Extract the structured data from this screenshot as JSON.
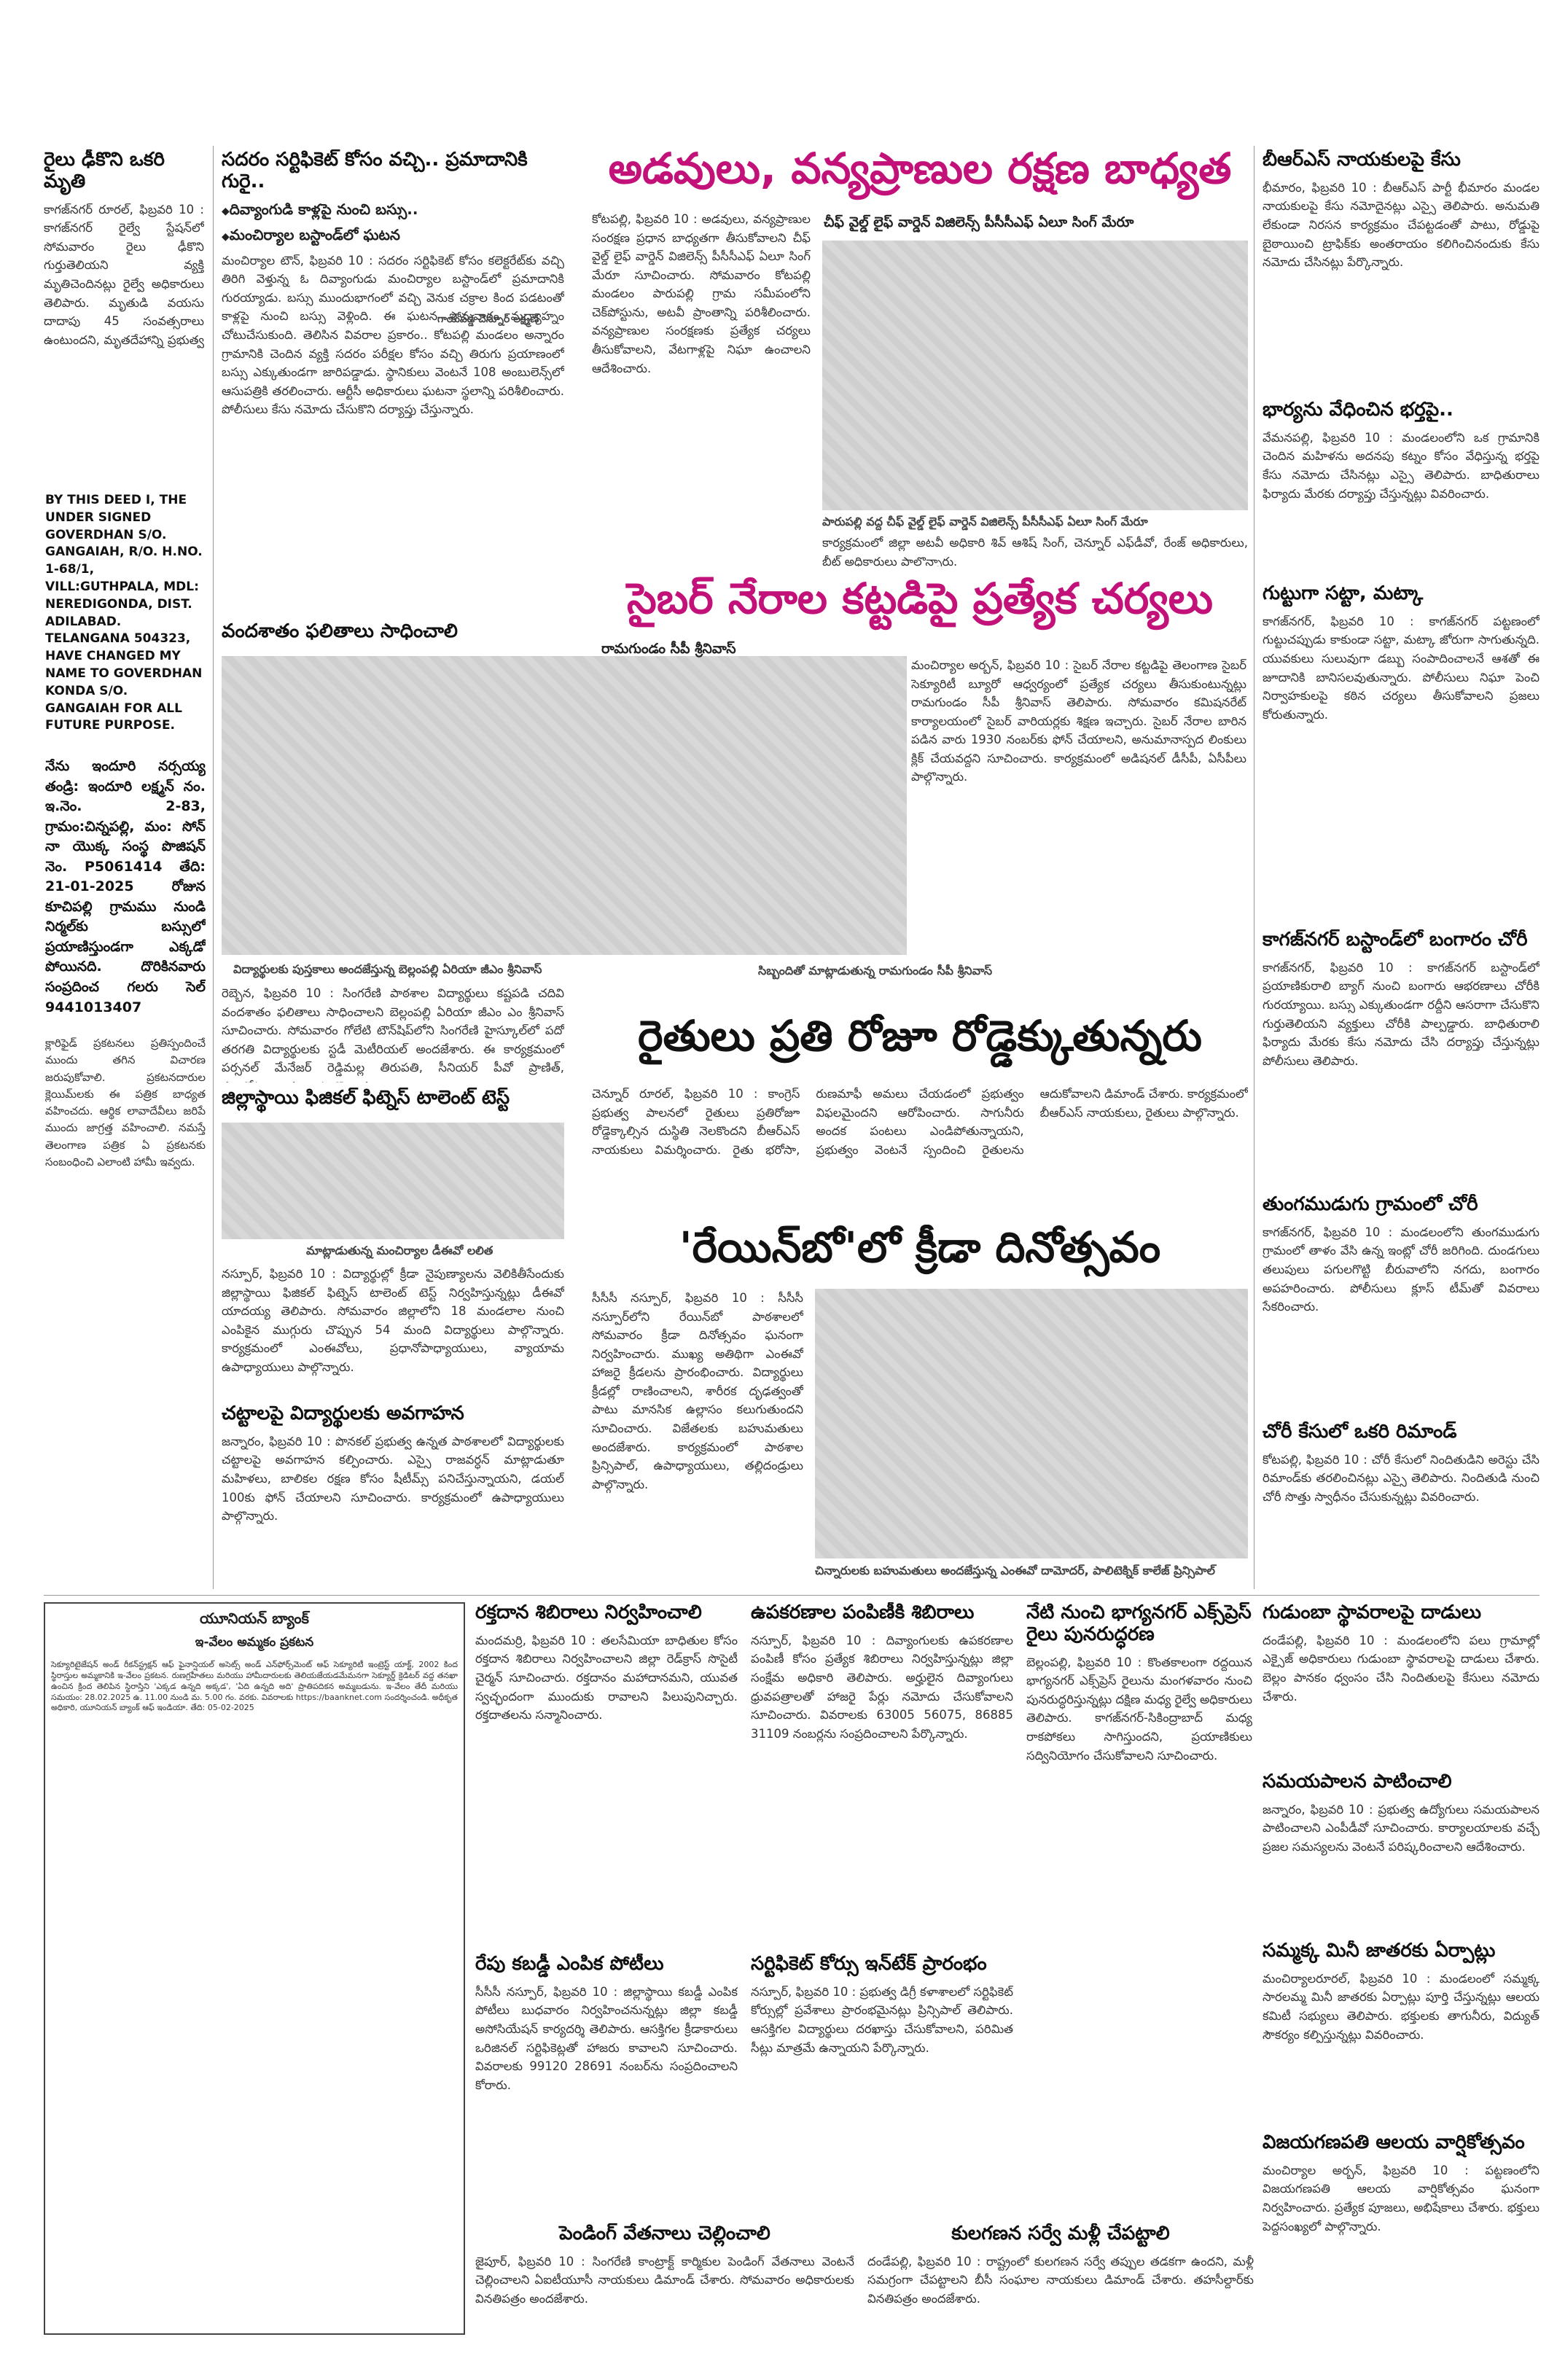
{
  "col1": {
    "brief_head": "రైలు ఢీకొని ఒకరి మృతి",
    "brief_body": "కాగజ్‌నగర్ రూరల్, ఫిబ్రవరి 10 : కాగజ్‌నగర్ రైల్వే స్టేషన్‌లో సోమవారం రైలు ఢీకొని గుర్తుతెలియని వ్యక్తి మృతిచెందినట్లు రైల్వే అధికారులు తెలిపారు. మృతుడి వయసు దాదాపు 45 సంవత్సరాలు ఉంటుందని, మృతదేహాన్ని ప్రభుత్వ దవాఖానకు తరలించినట్లు వివరించారు.",
    "deed_notice": "BY THIS DEED I, THE UNDER SIGNED GOVERDHAN S/O. GANGAIAH, R/O. H.NO. 1-68/1, VILL:GUTHPALA, MDL: NEREDIGONDA, DIST. ADILABAD. TELANGANA 504323, HAVE CHANGED MY NAME TO GOVERDHAN KONDA S/O. GANGAIAH FOR ALL FUTURE PURPOSE.",
    "lost_notice": "నేను ఇందూరి నర్సయ్య తండ్రి: ఇందూరి లక్ష్మన్ నం. ఇ.నెం. 2-83, గ్రామం:చిన్నపల్లి, మం: సోన్ నా యొక్క సంస్థ పొజిషన్ నెం. P5061414 తేది: 21-01-2025 రోజున కూచిపల్లి గ్రామము నుండి నిర్మల్‌కు బస్సులో ప్రయాణిస్తుండగా ఎక్కడో పోయినది. దొరికినవారు సంప్రదించ గలరు సెల్ 9441013407",
    "clarify_body": "క్లారిఫైడ్ ప్రకటనలు ప్రతిస్పందించే ముందు తగిన విచారణ జరుపుకోవాలి. ప్రకటనదారుల క్లెయిమ్‌లకు ఈ పత్రిక బాధ్యత వహించదు. ఆర్థిక లావాదేవీలు జరిపే ముందు జాగ్రత్త వహించాలి. నమస్తే తెలంగాణ పత్రిక ఏ ప్రకటనకు సంబంధించి ఎలాంటి హామీ ఇవ్వదు."
  },
  "col2": {
    "head1": "సదరం సర్టిఫికెట్ కోసం వచ్చి.. ప్రమాదానికి గురై..",
    "bullet1": "దివ్యాంగుడి కాళ్లపై నుంచి బస్సు..",
    "bullet2": "మంచిర్యాల బస్టాండ్‌లో ఘటన",
    "body1": "మంచిర్యాల టౌన్, ఫిబ్రవరి 10 : సదరం సర్టిఫికెట్ కోసం కలెక్టరేట్‌కు వచ్చి తిరిగి వెళ్తున్న ఓ దివ్యాంగుడు మంచిర్యాల బస్టాండ్‌లో ప్రమాదానికి గురయ్యాడు. బస్సు ముందుభాగంలో వచ్చి వెనుక చక్రాల కింద పడటంతో కాళ్లపై నుంచి బస్సు వెళ్లింది. ఈ ఘటన సోమవారం మధ్యాహ్నం చోటుచేసుకుంది. తెలిసిన వివరాల ప్రకారం.. కోటపల్లి మండలం అన్నారం గ్రామానికి చెందిన వ్యక్తి సదరం పరీక్షల కోసం వచ్చి తిరుగు ప్రయాణంలో బస్సు ఎక్కుతుండగా జారిపడ్డాడు. స్థానికులు వెంటనే 108 అంబులెన్స్‌లో ఆసుపత్రికి తరలించారు. ఆర్టీసీ అధికారులు ఘటనా స్థలాన్ని పరిశీలించారు. పోలీసులు కేసు నమోదు చేసుకొని దర్యాప్తు చేస్తున్నారు.",
    "cap1": "గాయపడ్డ చెన్నూర్ లక్ష్మణ్",
    "head2": "వందశాతం ఫలితాలు సాధించాలి",
    "cap2": "విద్యార్థులకు పుస్తకాలు అందజేస్తున్న బెల్లంపల్లి ఏరియా జీఎం శ్రీనివాస్",
    "body2": "రెబ్బెన, ఫిబ్రవరి 10 : సింగరేణి పాఠశాల విద్యార్థులు కష్టపడి చదివి వందశాతం ఫలితాలు సాధించాలని బెల్లంపల్లి ఏరియా జీఎం ఎం శ్రీనివాస్ సూచించారు. సోమవారం గోలేటి టౌన్‌షిప్‌లోని సింగరేణి హైస్కూల్‌లో పదో తరగతి విద్యార్థులకు స్టడీ మెటీరియల్ అందజేశారు. ఈ కార్యక్రమంలో పర్సనల్ మేనేజర్ రెడ్డిమల్ల తిరుపతి, సీనియర్ పీవో ప్రాణిత్, ప్రధానోపాధ్యాయులు పాల్గొన్నారు.",
    "head3": "జిల్లాస్థాయి ఫిజికల్ ఫిట్నెస్ టాలెంట్ టెస్ట్",
    "cap3": "మాట్లాడుతున్న మంచిర్యాల డీఈవో లలిత",
    "body3": "నస్పూర్, ఫిబ్రవరి 10 : విద్యార్థుల్లో క్రీడా నైపుణ్యాలను వెలికితీసేందుకు జిల్లాస్థాయి ఫిజికల్ ఫిట్నెస్ టాలెంట్ టెస్ట్ నిర్వహిస్తున్నట్లు డీఈవో యాదయ్య తెలిపారు. సోమవారం జిల్లాలోని 18 మండలాల నుంచి ఎంపికైన ముగ్గురు చొప్పున 54 మంది విద్యార్థులు పాల్గొన్నారు. కార్యక్రమంలో ఎంఈవోలు, ప్రధానోపాధ్యాయులు, వ్యాయామ ఉపాధ్యాయులు పాల్గొన్నారు.",
    "head4": "చట్టాలపై విద్యార్థులకు అవగాహన",
    "body4": "జన్నారం, ఫిబ్రవరి 10 : పొనకల్ ప్రభుత్వ ఉన్నత పాఠశాలలో విద్యార్థులకు చట్టాలపై అవగాహన కల్పించారు. ఎస్సై రాజవర్ధన్ మాట్లాడుతూ మహిళలు, బాలికల రక్షణ కోసం షీటీమ్స్ పనిచేస్తున్నాయని, డయల్ 100కు ఫోన్ చేయాలని సూచించారు. కార్యక్రమంలో ఉపాధ్యాయులు పాల్గొన్నారు."
  },
  "wildlife": {
    "head": "అడవులు, వన్యప్రాణుల రక్షణ బాధ్యత",
    "sub": "చీఫ్ వైల్డ్ లైఫ్ వార్డెన్ విజిలెన్స్ పీసీసీఎఫ్ ఏలూ సింగ్ మేరూ",
    "body": "కోటపల్లి, ఫిబ్రవరి 10 : అడవులు, వన్యప్రాణుల సంరక్షణ ప్రధాన బాధ్యతగా తీసుకోవాలని చీఫ్ వైల్డ్ లైఫ్ వార్డెన్ విజిలెన్స్ పీసీసీఎఫ్ ఏలూ సింగ్ మేరూ సూచించారు. సోమవారం కోటపల్లి మండలం పారుపల్లి గ్రామ సమీపంలోని చెక్‌పోస్టును, అటవీ ప్రాంతాన్ని పరిశీలించారు. వన్యప్రాణుల సంరక్షణకు ప్రత్యేక చర్యలు తీసుకోవాలని, వేటగాళ్లపై నిఘా ఉంచాలని ఆదేశించారు.",
    "cap": "పారుపల్లి వద్ద చీఫ్ వైల్డ్ లైఫ్ వార్డెన్ విజిలెన్స్ పీసీసీఎఫ్ ఏలూ సింగ్ మేరూ",
    "body2": "కార్యక్రమంలో జిల్లా అటవీ అధికారి శివ్ ఆశిష్ సింగ్, చెన్నూర్ ఎఫ్‌డీవో, రేంజ్ అధికారులు, బీట్ అధికారులు పాల్గొన్నారు."
  },
  "cyber": {
    "head": "సైబర్ నేరాల కట్టడిపై ప్రత్యేక చర్యలు",
    "sub": "రామగుండం సీపీ శ్రీనివాస్",
    "body": "మంచిర్యాల అర్బన్, ఫిబ్రవరి 10 : సైబర్ నేరాల కట్టడిపై తెలంగాణ సైబర్ సెక్యూరిటీ బ్యూరో ఆధ్వర్యంలో ప్రత్యేక చర్యలు తీసుకుంటున్నట్లు రామగుండం సీపీ శ్రీనివాస్ తెలిపారు. సోమవారం కమిషనరేట్ కార్యాలయంలో సైబర్ వారియర్లకు శిక్షణ ఇచ్చారు. సైబర్ నేరాల బారిన పడిన వారు 1930 నంబర్‌కు ఫోన్ చేయాలని, అనుమానాస్పద లింకులు క్లిక్ చేయవద్దని సూచించారు. కార్యక్రమంలో అడిషనల్ డీసీపీ, ఏసీపీలు పాల్గొన్నారు.",
    "cap": "సిబ్బందితో మాట్లాడుతున్న రామగుండం సీపీ శ్రీనివాస్"
  },
  "farmers": {
    "head": "రైతులు ప్రతి రోజూ రోడ్డెక్కుతున్నరు",
    "body": "చెన్నూర్ రూరల్, ఫిబ్రవరి 10 : కాంగ్రెస్ ప్రభుత్వ పాలనలో రైతులు ప్రతిరోజూ రోడ్డెక్కాల్సిన దుస్థితి నెలకొందని బీఆర్‌ఎస్ నాయకులు విమర్శించారు. రైతు భరోసా, రుణమాఫీ అమలు చేయడంలో ప్రభుత్వం విఫలమైందని ఆరోపించారు. సాగునీరు అందక పంటలు ఎండిపోతున్నాయని, ప్రభుత్వం వెంటనే స్పందించి రైతులను ఆదుకోవాలని డిమాండ్ చేశారు. కార్యక్రమంలో బీఆర్‌ఎస్ నాయకులు, రైతులు పాల్గొన్నారు."
  },
  "rainbow": {
    "head": "'రేయిన్‌బో'లో క్రీడా దినోత్సవం",
    "body": "సీసీసీ నస్పూర్, ఫిబ్రవరి 10 : సీసీసీ నస్పూర్‌లోని రేయిన్‌బో పాఠశాలలో సోమవారం క్రీడా దినోత్సవం ఘనంగా నిర్వహించారు. ముఖ్య అతిథిగా ఎంఈవో హాజరై క్రీడలను ప్రారంభించారు. విద్యార్థులు క్రీడల్లో రాణించాలని, శారీరక దృఢత్వంతో పాటు మానసిక ఉల్లాసం కలుగుతుందని సూచించారు. విజేతలకు బహుమతులు అందజేశారు. కార్యక్రమంలో పాఠశాల ప్రిన్సిపాల్, ఉపాధ్యాయులు, తల్లిదండ్రులు పాల్గొన్నారు.",
    "cap": "చిన్నారులకు బహుమతులు అందజేస్తున్న ఎంఈవో దామోదర్, పాలిటెక్నిక్ కాలేజ్ ప్రిన్సిపాల్"
  },
  "col5": {
    "h1": "బీఆర్‌ఎస్ నాయకులపై కేసు",
    "b1": "భీమారం, ఫిబ్రవరి 10 : బీఆర్‌ఎస్ పార్టీ భీమారం మండల నాయకులపై కేసు నమోదైనట్లు ఎస్సై తెలిపారు. అనుమతి లేకుండా నిరసన కార్యక్రమం చేపట్టడంతో పాటు, రోడ్డుపై బైఠాయించి ట్రాఫిక్‌కు అంతరాయం కలిగించినందుకు కేసు నమోదు చేసినట్లు పేర్కొన్నారు.",
    "h2": "భార్యను వేధించిన భర్తపై..",
    "b2": "వేమనపల్లి, ఫిబ్రవరి 10 : మండలంలోని ఒక గ్రామానికి చెందిన మహిళను అదనపు కట్నం కోసం వేధిస్తున్న భర్తపై కేసు నమోదు చేసినట్లు ఎస్సై తెలిపారు. బాధితురాలు ఫిర్యాదు మేరకు దర్యాప్తు చేస్తున్నట్లు వివరించారు.",
    "h3": "గుట్టుగా సట్టా, మట్కా",
    "b3": "కాగజ్‌నగర్, ఫిబ్రవరి 10 : కాగజ్‌నగర్ పట్టణంలో గుట్టుచప్పుడు కాకుండా సట్టా, మట్కా జోరుగా సాగుతున్నది. యువకులు సులువుగా డబ్బు సంపాదించాలనే ఆశతో ఈ జూదానికి బానిసలవుతున్నారు. పోలీసులు నిఘా పెంచి నిర్వాహకులపై కఠిన చర్యలు తీసుకోవాలని ప్రజలు కోరుతున్నారు.",
    "h4": "కాగజ్‌నగర్ బస్టాండ్‌లో బంగారం చోరీ",
    "b4": "కాగజ్‌నగర్, ఫిబ్రవరి 10 : కాగజ్‌నగర్ బస్టాండ్‌లో ప్రయాణికురాలి బ్యాగ్ నుంచి బంగారు ఆభరణాలు చోరీకి గురయ్యాయి. బస్సు ఎక్కుతుండగా రద్దీని ఆసరాగా చేసుకొని గుర్తుతెలియని వ్యక్తులు చోరీకి పాల్పడ్డారు. బాధితురాలి ఫిర్యాదు మేరకు కేసు నమోదు చేసి దర్యాప్తు చేస్తున్నట్లు పోలీసులు తెలిపారు.",
    "h5": "తుంగముడుగు గ్రామంలో చోరీ",
    "b5": "కాగజ్‌నగర్, ఫిబ్రవరి 10 : మండలంలోని తుంగముడుగు గ్రామంలో తాళం వేసి ఉన్న ఇంట్లో చోరీ జరిగింది. దుండగులు తలుపులు పగులగొట్టి బీరువాలోని నగదు, బంగారం అపహరించారు. పోలీసులు క్లూస్ టీమ్‌తో వివరాలు సేకరించారు.",
    "h6": "చోరీ కేసులో ఒకరి రిమాండ్",
    "b6": "కోటపల్లి, ఫిబ్రవరి 10 : చోరీ కేసులో నిందితుడిని అరెస్టు చేసి రిమాండ్‌కు తరలించినట్లు ఎస్సై తెలిపారు. నిందితుడి నుంచి చోరీ సొత్తు స్వాధీనం చేసుకున్నట్లు వివరించారు."
  },
  "row4": {
    "ad_bank": "యూనియన్ బ్యాంక్",
    "ad_sub": "ఇ-వేలం అమ్మకం ప్రకటన",
    "ad_body": "సెక్యూరిటైజేషన్ అండ్ రీకన్‌స్ట్రక్షన్ ఆఫ్ ఫైనాన్షియల్ అసెట్స్ అండ్ ఎన్‌ఫోర్స్‌మెంట్ ఆఫ్ సెక్యూరిటీ ఇంట్రెస్ట్ యాక్ట్, 2002 కింద స్థిరాస్తుల అమ్మకానికి ఇ-వేలం ప్రకటన. రుణగ్రహీతలు మరియు హామీదారులకు తెలియజేయడమేమనగా సెక్యూర్డ్ క్రెడిటర్ వద్ద తనఖా ఉంచిన క్రింద తెలిపిన స్థిరాస్తిని 'ఎక్కడ ఉన్నది అక్కడ', 'ఏది ఉన్నది అది' ప్రాతిపదికన అమ్మబడును. ఇ-వేలం తేదీ మరియు సమయం: 28.02.2025 ఉ. 11.00 నుండి మ. 5.00 గం. వరకు. వివరాలకు https://baanknet.com సందర్శించండి. అధీకృత అధికారి, యూనియన్ బ్యాంక్ ఆఫ్ ఇండియా. తేది: 05-02-2025",
    "h1": "రక్తదాన శిబిరాలు నిర్వహించాలి",
    "b1": "మందమర్రి, ఫిబ్రవరి 10 : తలసేమియా బాధితుల కోసం రక్తదాన శిబిరాలు నిర్వహించాలని జిల్లా రెడ్‌క్రాస్ సొసైటీ చైర్మన్ సూచించారు. రక్తదానం మహాదానమని, యువత స్వచ్ఛందంగా ముందుకు రావాలని పిలుపునిచ్చారు. రక్తదాతలను సన్మానించారు.",
    "h2": "రేపు కబడ్డీ ఎంపిక పోటీలు",
    "b2": "సీసీసీ నస్పూర్, ఫిబ్రవరి 10 : జిల్లాస్థాయి కబడ్డీ ఎంపిక పోటీలు బుధవారం నిర్వహించనున్నట్లు జిల్లా కబడ్డీ అసోసియేషన్ కార్యదర్శి తెలిపారు. ఆసక్తిగల క్రీడాకారులు ఒరిజినల్ సర్టిఫికెట్లతో హాజరు కావాలని సూచించారు. వివరాలకు 99120 28691 నంబర్‌ను సంప్రదించాలని కోరారు.",
    "h3": "ఉపకరణాల పంపిణీకి శిబిరాలు",
    "b3": "నస్పూర్, ఫిబ్రవరి 10 : దివ్యాంగులకు ఉపకరణాల పంపిణీ కోసం ప్రత్యేక శిబిరాలు నిర్వహిస్తున్నట్లు జిల్లా సంక్షేమ అధికారి తెలిపారు. అర్హులైన దివ్యాంగులు ధ్రువపత్రాలతో హాజరై పేర్లు నమోదు చేసుకోవాలని సూచించారు. వివరాలకు 63005 56075, 86885 31109 నంబర్లను సంప్రదించాలని పేర్కొన్నారు.",
    "h4": "సర్టిఫికెట్ కోర్సు ఇన్‌టేక్ ప్రారంభం",
    "b4": "నస్పూర్, ఫిబ్రవరి 10 : ప్రభుత్వ డిగ్రీ కళాశాలలో సర్టిఫికెట్ కోర్సుల్లో ప్రవేశాలు ప్రారంభమైనట్లు ప్రిన్సిపాల్ తెలిపారు. ఆసక్తిగల విద్యార్థులు దరఖాస్తు చేసుకోవాలని, పరిమిత సీట్లు మాత్రమే ఉన్నాయని పేర్కొన్నారు.",
    "h5": "నేటి నుంచి భాగ్యనగర్ ఎక్స్‌ప్రెస్ రైలు పునరుద్ధరణ",
    "b5": "బెల్లంపల్లి, ఫిబ్రవరి 10 : కొంతకాలంగా రద్దయిన భాగ్యనగర్ ఎక్స్‌ప్రెస్ రైలును మంగళవారం నుంచి పునరుద్ధరిస్తున్నట్లు దక్షిణ మధ్య రైల్వే అధికారులు తెలిపారు. కాగజ్‌నగర్-సికింద్రాబాద్ మధ్య రాకపోకలు సాగిస్తుందని, ప్రయాణికులు సద్వినియోగం చేసుకోవాలని సూచించారు.",
    "h6": "గుడుంబా స్థావరాలపై దాడులు",
    "b6": "దండేపల్లి, ఫిబ్రవరి 10 : మండలంలోని పలు గ్రామాల్లో ఎక్సైజ్ అధికారులు గుడుంబా స్థావరాలపై దాడులు చేశారు. బెల్లం పానకం ధ్వంసం చేసి నిందితులపై కేసులు నమోదు చేశారు.",
    "h7": "సమయపాలన పాటించాలి",
    "b7": "జన్నారం, ఫిబ్రవరి 10 : ప్రభుత్వ ఉద్యోగులు సమయపాలన పాటించాలని ఎంపీడీవో సూచించారు. కార్యాలయాలకు వచ్చే ప్రజల సమస్యలను వెంటనే పరిష్కరించాలని ఆదేశించారు.",
    "h8": "సమ్మక్క మినీ జాతరకు ఏర్పాట్లు",
    "b8": "మంచిర్యాలరూరల్, ఫిబ్రవరి 10 : మండలంలో సమ్మక్క సారలమ్మ మినీ జాతరకు ఏర్పాట్లు పూర్తి చేస్తున్నట్లు ఆలయ కమిటీ సభ్యులు తెలిపారు. భక్తులకు తాగునీరు, విద్యుత్ సౌకర్యం కల్పిస్తున్నట్లు వివరించారు.",
    "h9": "విజయగణపతి ఆలయ వార్షికోత్సవం",
    "b9": "మంచిర్యాల అర్బన్, ఫిబ్రవరి 10 : పట్టణంలోని విజయగణపతి ఆలయ వార్షికోత్సవం ఘనంగా నిర్వహించారు. ప్రత్యేక పూజలు, అభిషేకాలు చేశారు. భక్తులు పెద్దసంఖ్యలో పాల్గొన్నారు."
  },
  "row5": {
    "h1": "పెండింగ్ వేతనాలు చెల్లించాలి",
    "b1": "జైపూర్, ఫిబ్రవరి 10 : సింగరేణి కాంట్రాక్ట్ కార్మికుల పెండింగ్ వేతనాలు వెంటనే చెల్లించాలని ఏఐటీయూసీ నాయకులు డిమాండ్ చేశారు. సోమవారం అధికారులకు వినతిపత్రం అందజేశారు.",
    "h2": "కులగణన సర్వే మళ్లీ చేపట్టాలి",
    "b2": "దండేపల్లి, ఫిబ్రవరి 10 : రాష్ట్రంలో కులగణన సర్వే తప్పుల తడకగా ఉందని, మళ్లీ సమగ్రంగా చేపట్టాలని బీసీ సంఘాల నాయకులు డిమాండ్ చేశారు. తహసీల్దార్‌కు వినతిపత్రం అందజేశారు."
  }
}
